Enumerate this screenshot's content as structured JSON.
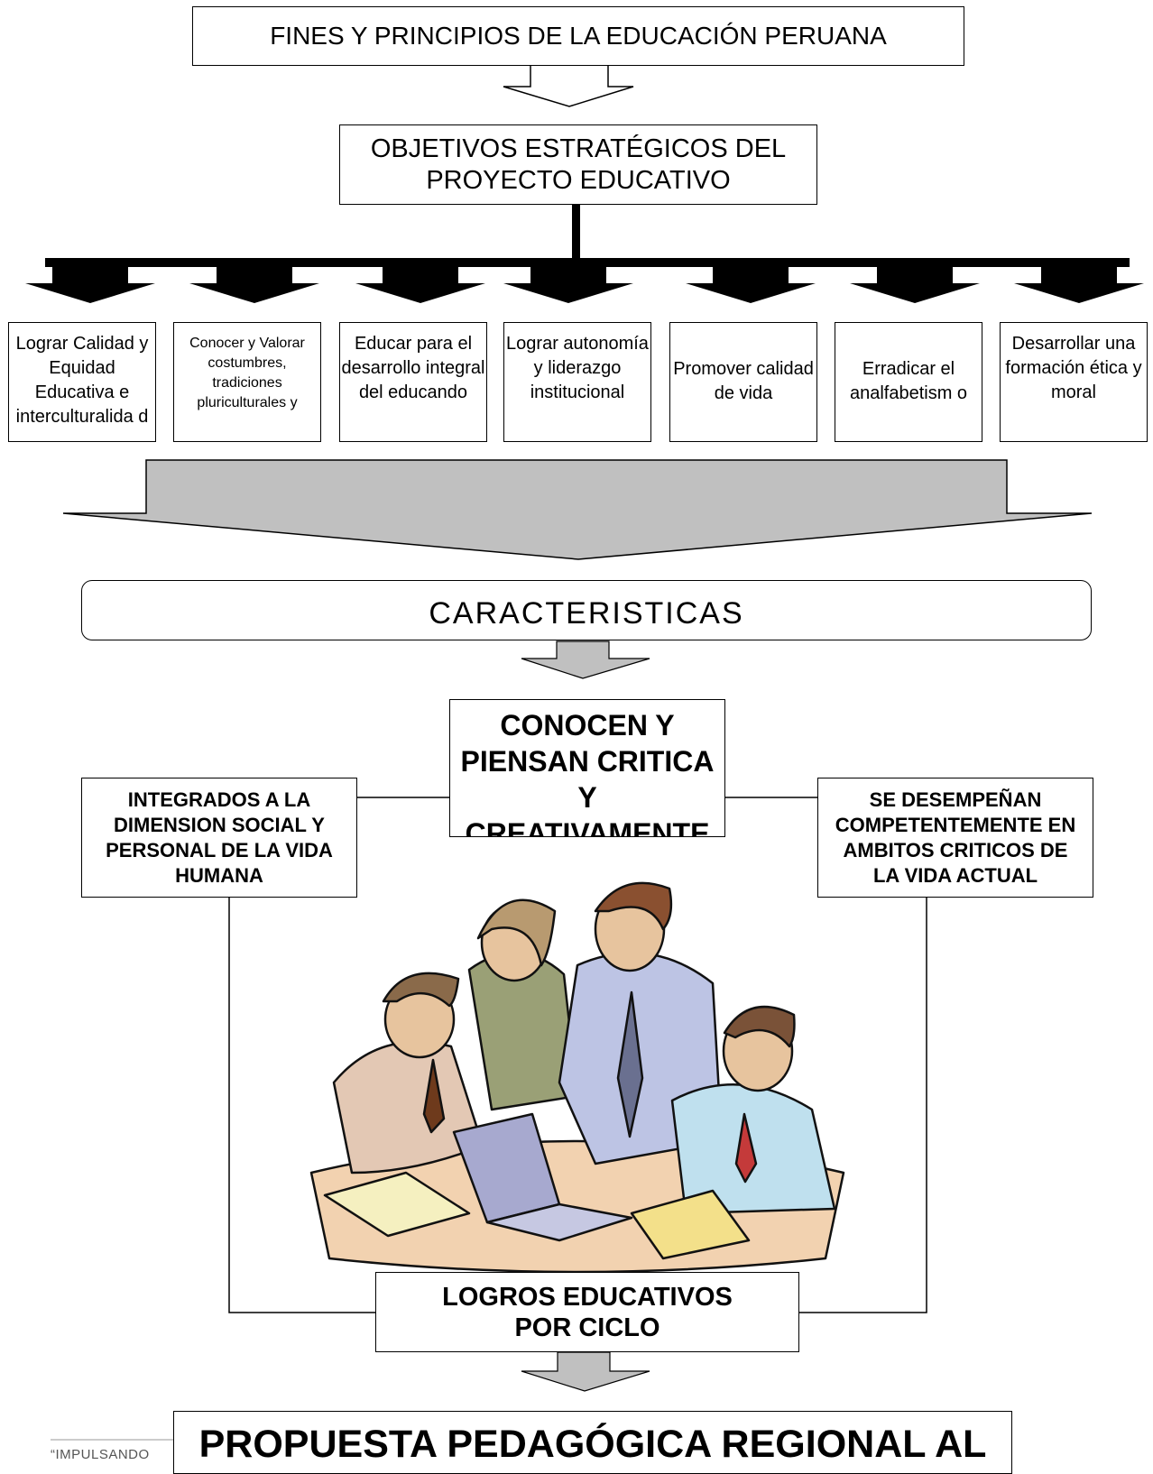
{
  "fines_title": "FINES Y PRINCIPIOS DE LA EDUCACIÓN PERUANA",
  "objetivos_title": "OBJETIVOS ESTRATÉGICOS DEL PROYECTO EDUCATIVO",
  "objectives": [
    "Lograr Calidad y Equidad Educativa e interculturalida d",
    "Conocer y Valorar costumbres, tradiciones pluriculturales y",
    "Educar para el desarrollo integral del educando",
    "Lograr autonomía y liderazgo institucional",
    "Promover calidad de vida",
    "Erradicar el analfabetism o",
    "Desarrollar una formación ética y moral"
  ],
  "caracteristicas_title": "CARACTERISTICAS",
  "conocen": "CONOCEN Y PIENSAN CRITICA Y CREATIVAMENTE",
  "integrados": "INTEGRADOS A LA DIMENSION SOCIAL Y PERSONAL DE LA VIDA HUMANA",
  "desempenan": "SE DESEMPEÑAN COMPETENTEMENTE EN AMBITOS CRITICOS DE LA VIDA ACTUAL",
  "logros": "LOGROS EDUCATIVOS POR CICLO",
  "propuesta": "PROPUESTA PEDAGÓGICA REGIONAL AL",
  "footer_text": "“IMPULSANDO",
  "illustration_icon": "business-team-laptop-illustration"
}
